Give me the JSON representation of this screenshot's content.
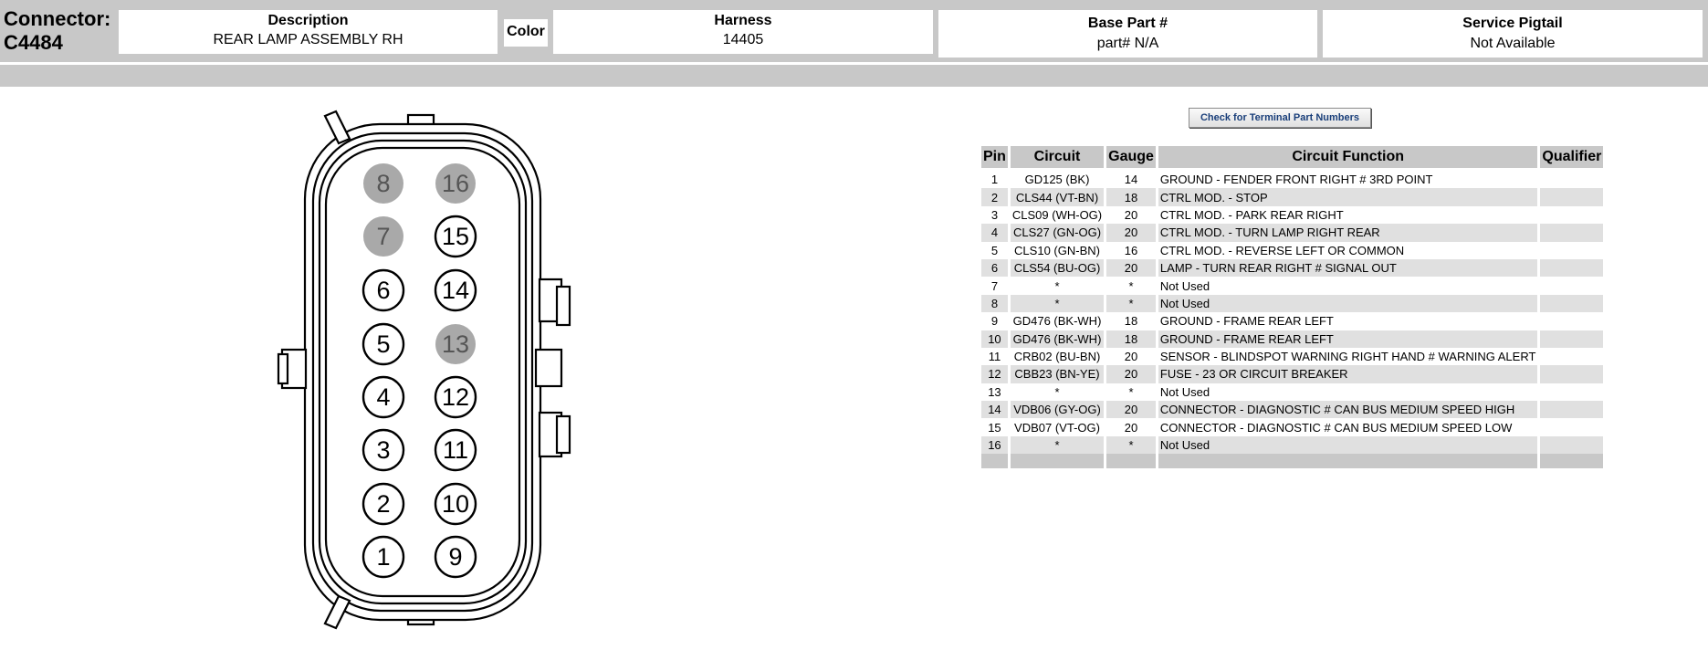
{
  "header": {
    "connector_caption": "Connector:",
    "connector_id": "C4484",
    "description_caption": "Description",
    "description_value": "REAR LAMP ASSEMBLY RH",
    "color_caption": "Color",
    "harness_caption": "Harness",
    "harness_value": "14405",
    "base_part_caption": "Base Part #",
    "base_part_value": "part# N/A",
    "pigtail_caption": "Service Pigtail",
    "pigtail_value": "Not Available"
  },
  "terminal_button": "Check for Terminal Part Numbers",
  "table": {
    "columns": [
      "Pin",
      "Circuit",
      "Gauge",
      "Circuit Function",
      "Qualifier"
    ],
    "rows": [
      {
        "pin": "1",
        "circuit": "GD125 (BK)",
        "gauge": "14",
        "function": "GROUND - FENDER FRONT RIGHT # 3RD POINT",
        "qualifier": ""
      },
      {
        "pin": "2",
        "circuit": "CLS44 (VT-BN)",
        "gauge": "18",
        "function": "CTRL MOD. - STOP",
        "qualifier": ""
      },
      {
        "pin": "3",
        "circuit": "CLS09 (WH-OG)",
        "gauge": "20",
        "function": "CTRL MOD. - PARK REAR RIGHT",
        "qualifier": ""
      },
      {
        "pin": "4",
        "circuit": "CLS27 (GN-OG)",
        "gauge": "20",
        "function": "CTRL MOD. - TURN LAMP RIGHT REAR",
        "qualifier": ""
      },
      {
        "pin": "5",
        "circuit": "CLS10 (GN-BN)",
        "gauge": "16",
        "function": "CTRL MOD. - REVERSE LEFT OR COMMON",
        "qualifier": ""
      },
      {
        "pin": "6",
        "circuit": "CLS54 (BU-OG)",
        "gauge": "20",
        "function": "LAMP - TURN REAR RIGHT # SIGNAL OUT",
        "qualifier": ""
      },
      {
        "pin": "7",
        "circuit": "*",
        "gauge": "*",
        "function": "Not Used",
        "qualifier": ""
      },
      {
        "pin": "8",
        "circuit": "*",
        "gauge": "*",
        "function": "Not Used",
        "qualifier": ""
      },
      {
        "pin": "9",
        "circuit": "GD476 (BK-WH)",
        "gauge": "18",
        "function": "GROUND - FRAME REAR LEFT",
        "qualifier": ""
      },
      {
        "pin": "10",
        "circuit": "GD476 (BK-WH)",
        "gauge": "18",
        "function": "GROUND - FRAME REAR LEFT",
        "qualifier": ""
      },
      {
        "pin": "11",
        "circuit": "CRB02 (BU-BN)",
        "gauge": "20",
        "function": "SENSOR - BLINDSPOT WARNING RIGHT HAND # WARNING ALERT",
        "qualifier": ""
      },
      {
        "pin": "12",
        "circuit": "CBB23 (BN-YE)",
        "gauge": "20",
        "function": "FUSE - 23 OR CIRCUIT BREAKER",
        "qualifier": ""
      },
      {
        "pin": "13",
        "circuit": "*",
        "gauge": "*",
        "function": "Not Used",
        "qualifier": ""
      },
      {
        "pin": "14",
        "circuit": "VDB06 (GY-OG)",
        "gauge": "20",
        "function": "CONNECTOR - DIAGNOSTIC # CAN BUS MEDIUM SPEED HIGH",
        "qualifier": ""
      },
      {
        "pin": "15",
        "circuit": "VDB07 (VT-OG)",
        "gauge": "20",
        "function": "CONNECTOR - DIAGNOSTIC # CAN BUS MEDIUM SPEED LOW",
        "qualifier": ""
      },
      {
        "pin": "16",
        "circuit": "*",
        "gauge": "*",
        "function": "Not Used",
        "qualifier": ""
      }
    ]
  },
  "diagram": {
    "pins": [
      {
        "label": "8",
        "used": false
      },
      {
        "label": "16",
        "used": false
      },
      {
        "label": "7",
        "used": false
      },
      {
        "label": "15",
        "used": true
      },
      {
        "label": "6",
        "used": true
      },
      {
        "label": "14",
        "used": true
      },
      {
        "label": "5",
        "used": true
      },
      {
        "label": "13",
        "used": false
      },
      {
        "label": "4",
        "used": true
      },
      {
        "label": "12",
        "used": true
      },
      {
        "label": "3",
        "used": true
      },
      {
        "label": "11",
        "used": true
      },
      {
        "label": "2",
        "used": true
      },
      {
        "label": "10",
        "used": true
      },
      {
        "label": "1",
        "used": true
      },
      {
        "label": "9",
        "used": true
      }
    ],
    "colors": {
      "unused_fill": "#a9a9a9",
      "unused_text": "#555555",
      "used_fill": "#ffffff",
      "outline": "#000000"
    }
  }
}
